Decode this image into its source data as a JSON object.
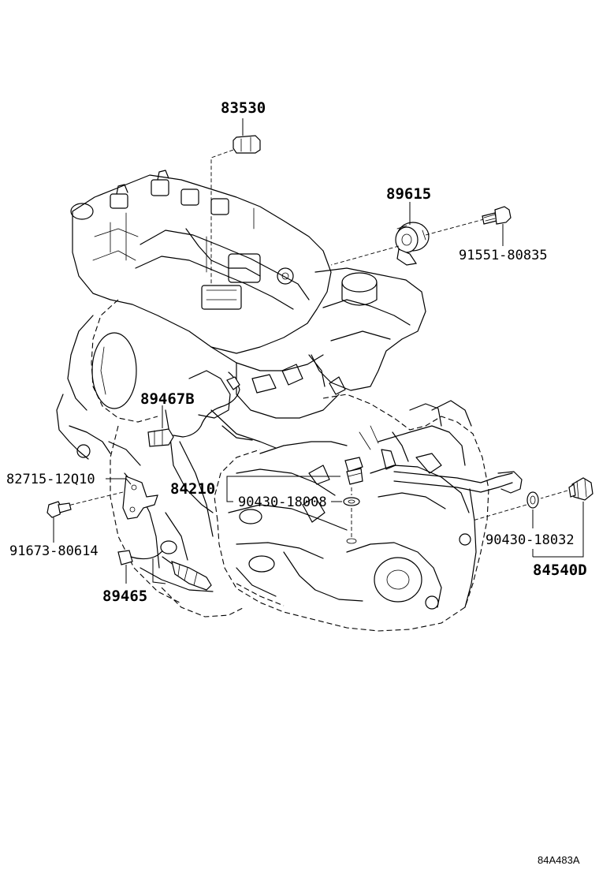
{
  "labels": {
    "p83530": "83530",
    "p89615": "89615",
    "p91551": "91551-80835",
    "p89467b": "89467B",
    "p82715": "82715-12Q10",
    "p84210": "84210",
    "p90430a": "90430-18008",
    "p91673": "91673-80614",
    "p89465": "89465",
    "p90430b": "90430-18032",
    "p84540d": "84540D",
    "code": "84A483A"
  },
  "icons": [
    "pressure-switch-icon",
    "pulley-icon",
    "bolt-icon",
    "oxygen-sensor-icon",
    "bracket-icon",
    "speed-sensor-icon",
    "gasket-icon",
    "neutral-switch-icon"
  ]
}
